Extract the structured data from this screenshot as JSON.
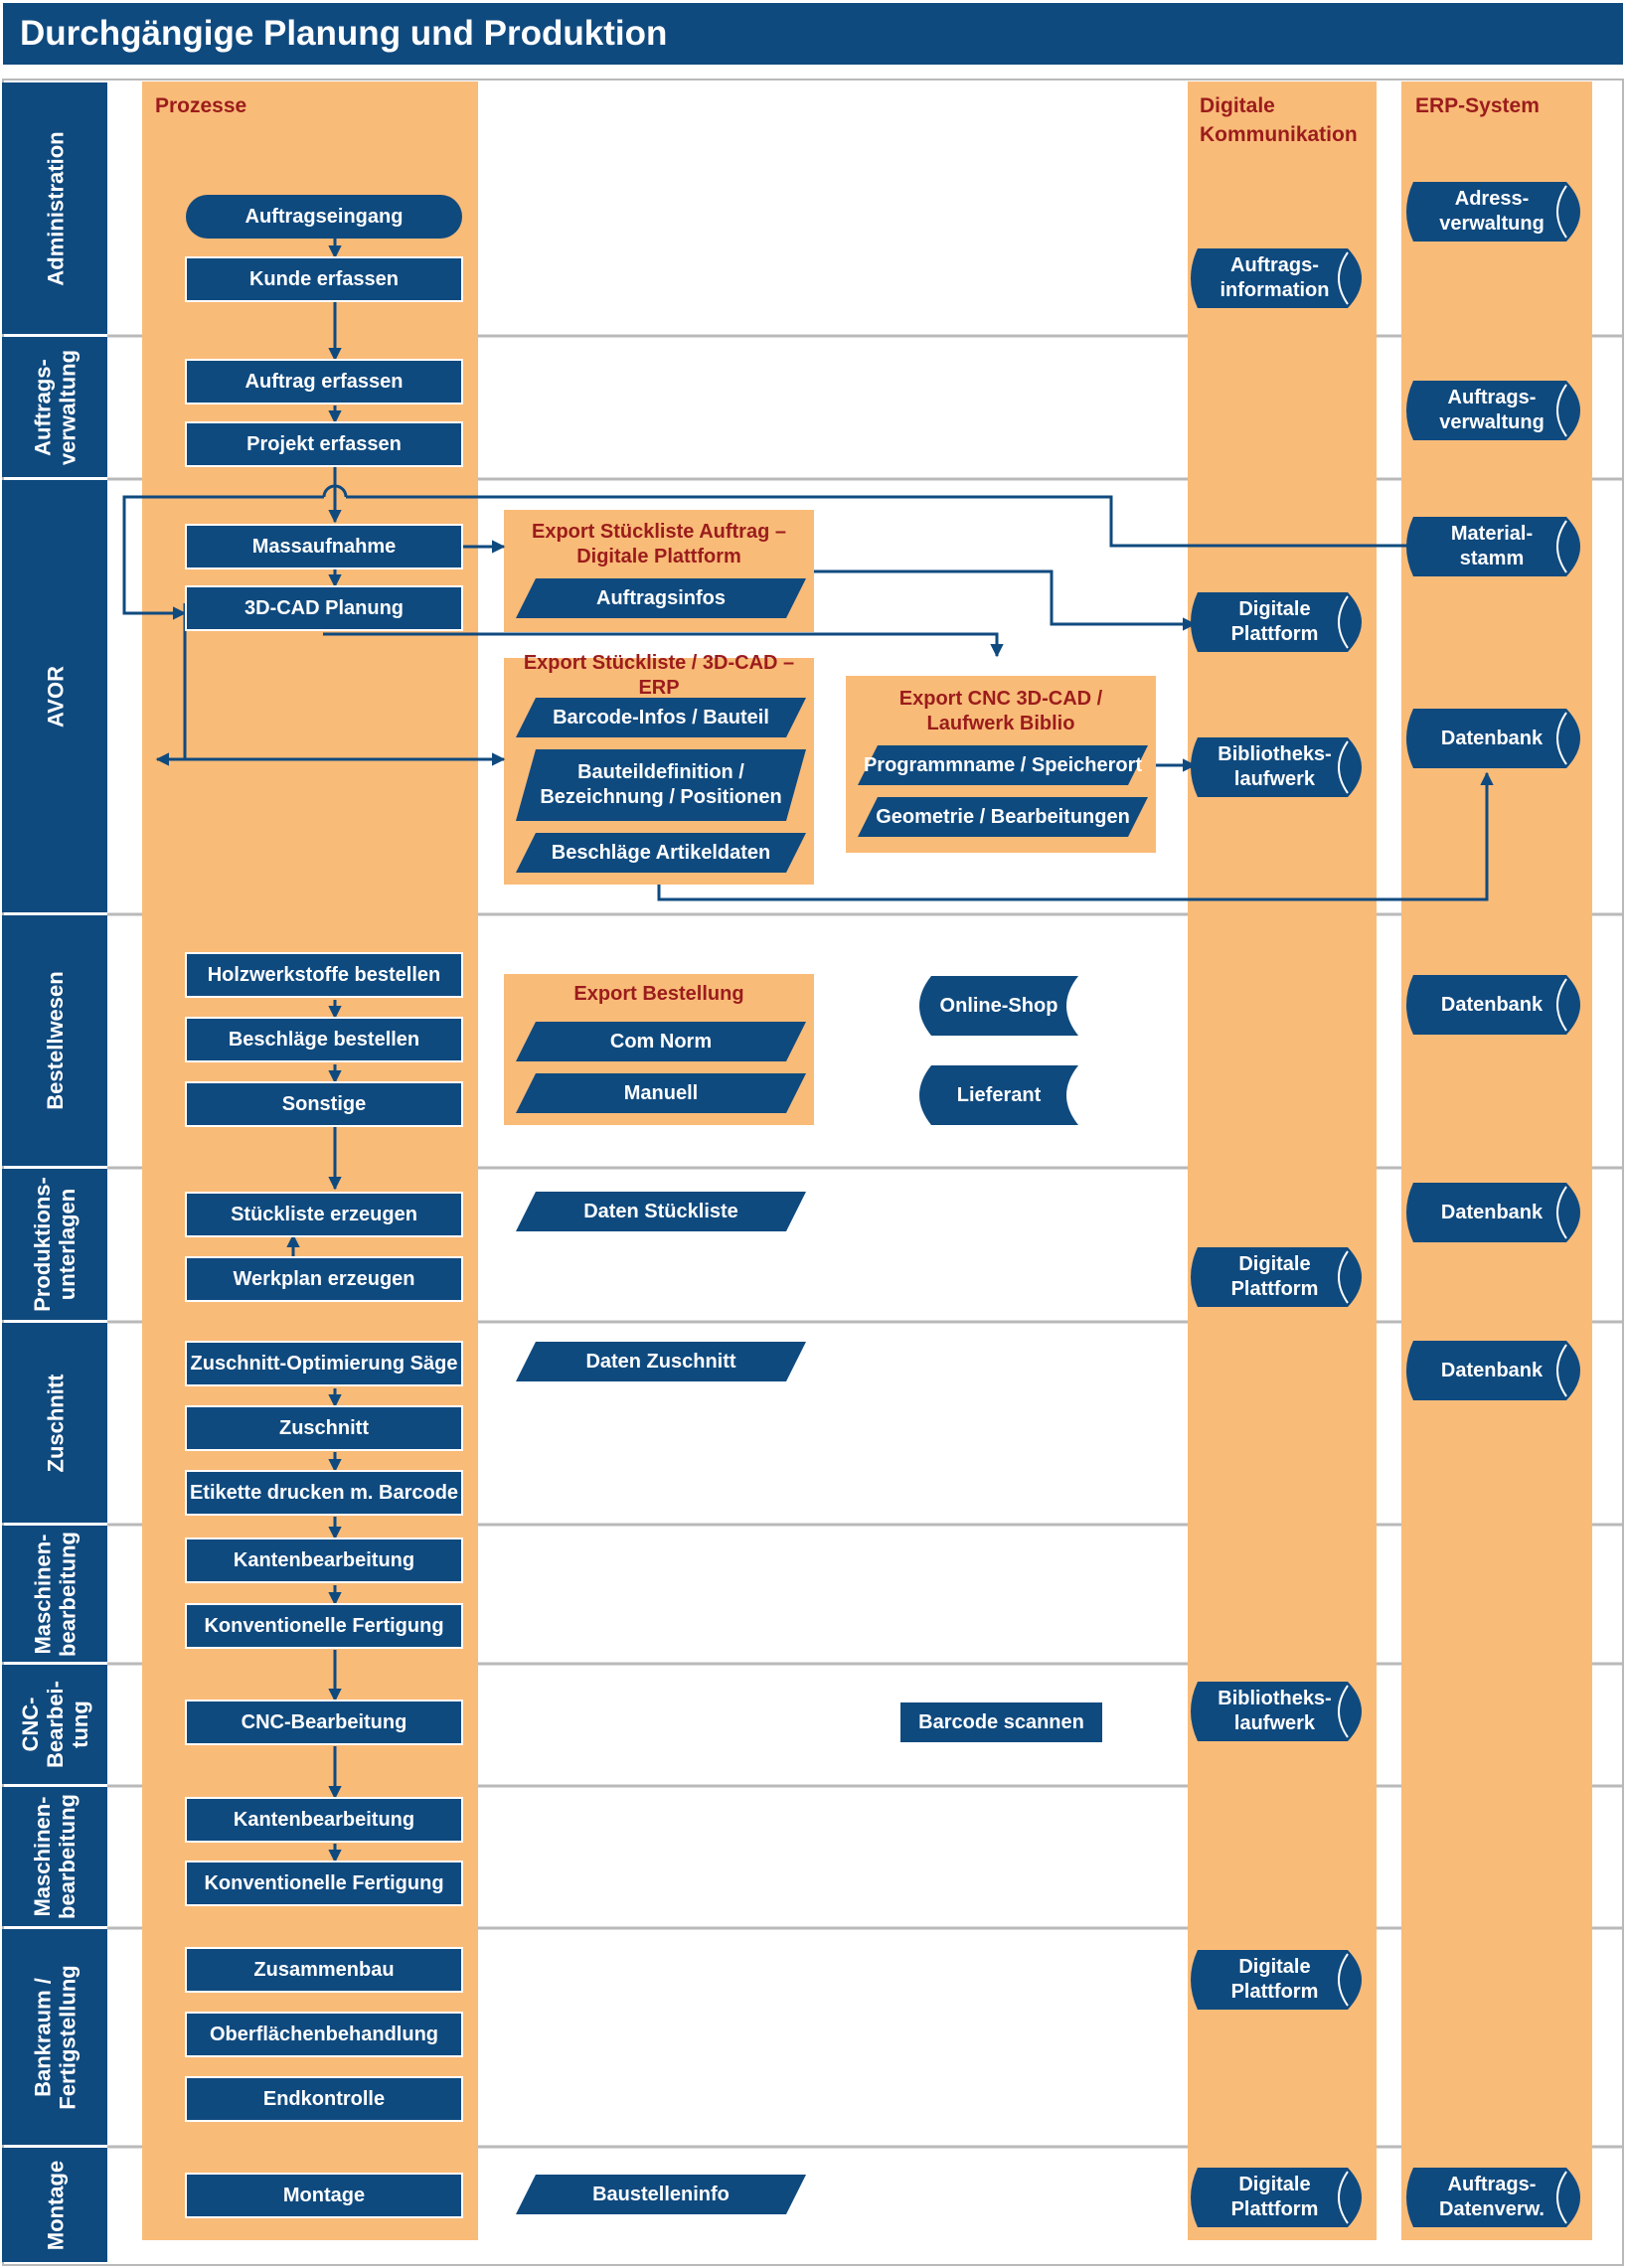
{
  "title": "Durchgängige Planung und Produktion",
  "colors": {
    "navy": "#0f4a7f",
    "orange": "#f9bb78",
    "red": "#9b1c1c",
    "grid": "#b9b9b9"
  },
  "columns": {
    "processes": "Prozesse",
    "digital": "Digitale\nKommunikation",
    "erp": "ERP-System"
  },
  "rows": [
    "Administration",
    "Auftrags-\nverwaltung",
    "AVOR",
    "Bestellwesen",
    "Produktions-\nunterlagen",
    "Zuschnitt",
    "Maschinen-\nbearbeitung",
    "CNC-\nBearbei-\ntung",
    "Maschinen-\nbearbeitung",
    "Bankraum /\nFertigstellung",
    "Montage"
  ],
  "processes": [
    "Auftragseingang",
    "Kunde erfassen",
    "Auftrag erfassen",
    "Projekt erfassen",
    "Massaufnahme",
    "3D-CAD Planung",
    "Holzwerkstoffe bestellen",
    "Beschläge bestellen",
    "Sonstige",
    "Stückliste erzeugen",
    "Werkplan erzeugen",
    "Zuschnitt-Optimierung Säge",
    "Zuschnitt",
    "Etikette drucken m. Barcode",
    "Kantenbearbeitung",
    "Konventionelle Fertigung",
    "CNC-Bearbeitung",
    "Kantenbearbeitung",
    "Konventionelle Fertigung",
    "Zusammenbau",
    "Oberflächenbehandlung",
    "Endkontrolle",
    "Montage"
  ],
  "export_groups": [
    {
      "title": "Export Stückliste Auftrag –\nDigitale Plattform",
      "items": [
        "Auftragsinfos"
      ]
    },
    {
      "title": "Export Stückliste / 3D-CAD – ERP",
      "items": [
        "Barcode-Infos / Bauteil",
        "Bauteildefinition /\nBezeichnung / Positionen",
        "Beschläge Artikeldaten"
      ]
    },
    {
      "title": "Export CNC 3D-CAD /\nLaufwerk Biblio",
      "items": [
        "Programmname / Speicherort",
        "Geometrie / Bearbeitungen"
      ]
    },
    {
      "title": "Export Bestellung",
      "items": [
        "Com Norm",
        "Manuell"
      ]
    }
  ],
  "data_items": [
    "Daten Stückliste",
    "Daten Zuschnitt",
    "Baustelleninfo"
  ],
  "external": [
    "Online-Shop",
    "Lieferant"
  ],
  "barcode": "Barcode scannen",
  "digital": [
    "Auftrags-\ninformation",
    "Digitale\nPlattform",
    "Bibliotheks-\nlaufwerk",
    "Digitale\nPlattform",
    "Bibliotheks-\nlaufwerk",
    "Digitale\nPlattform",
    "Digitale\nPlattform"
  ],
  "erp": [
    "Adress-\nverwaltung",
    "Auftrags-\nverwaltung",
    "Material-\nstamm",
    "Datenbank",
    "Datenbank",
    "Datenbank",
    "Datenbank",
    "Auftrags-\nDatenverw."
  ]
}
